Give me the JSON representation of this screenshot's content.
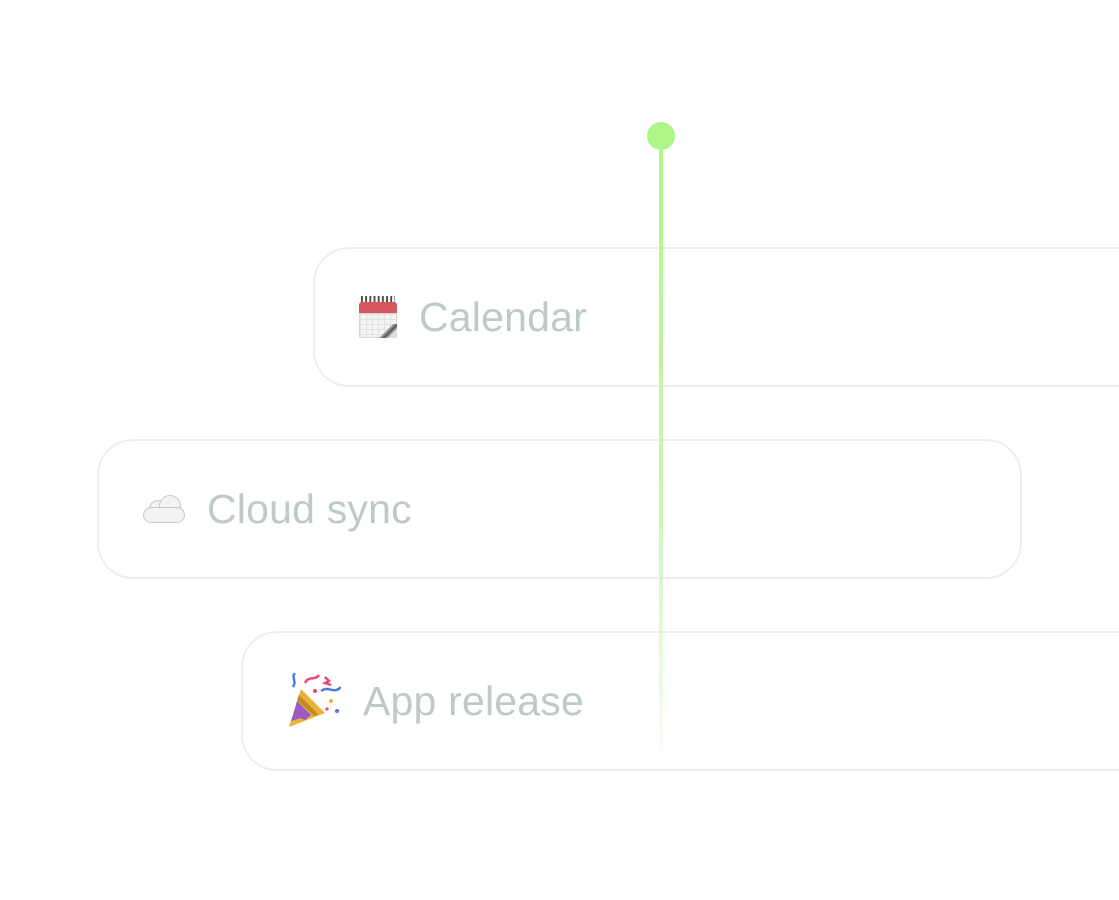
{
  "timeline": {
    "accent_color": "#aef58a",
    "items": [
      {
        "label": "Calendar",
        "icon": "calendar-icon"
      },
      {
        "label": "Cloud sync",
        "icon": "cloud-icon"
      },
      {
        "label": "App release",
        "icon": "party-popper-icon"
      }
    ]
  },
  "colors": {
    "label_text": "#bfcac6",
    "card_border": "#eeeeee"
  }
}
